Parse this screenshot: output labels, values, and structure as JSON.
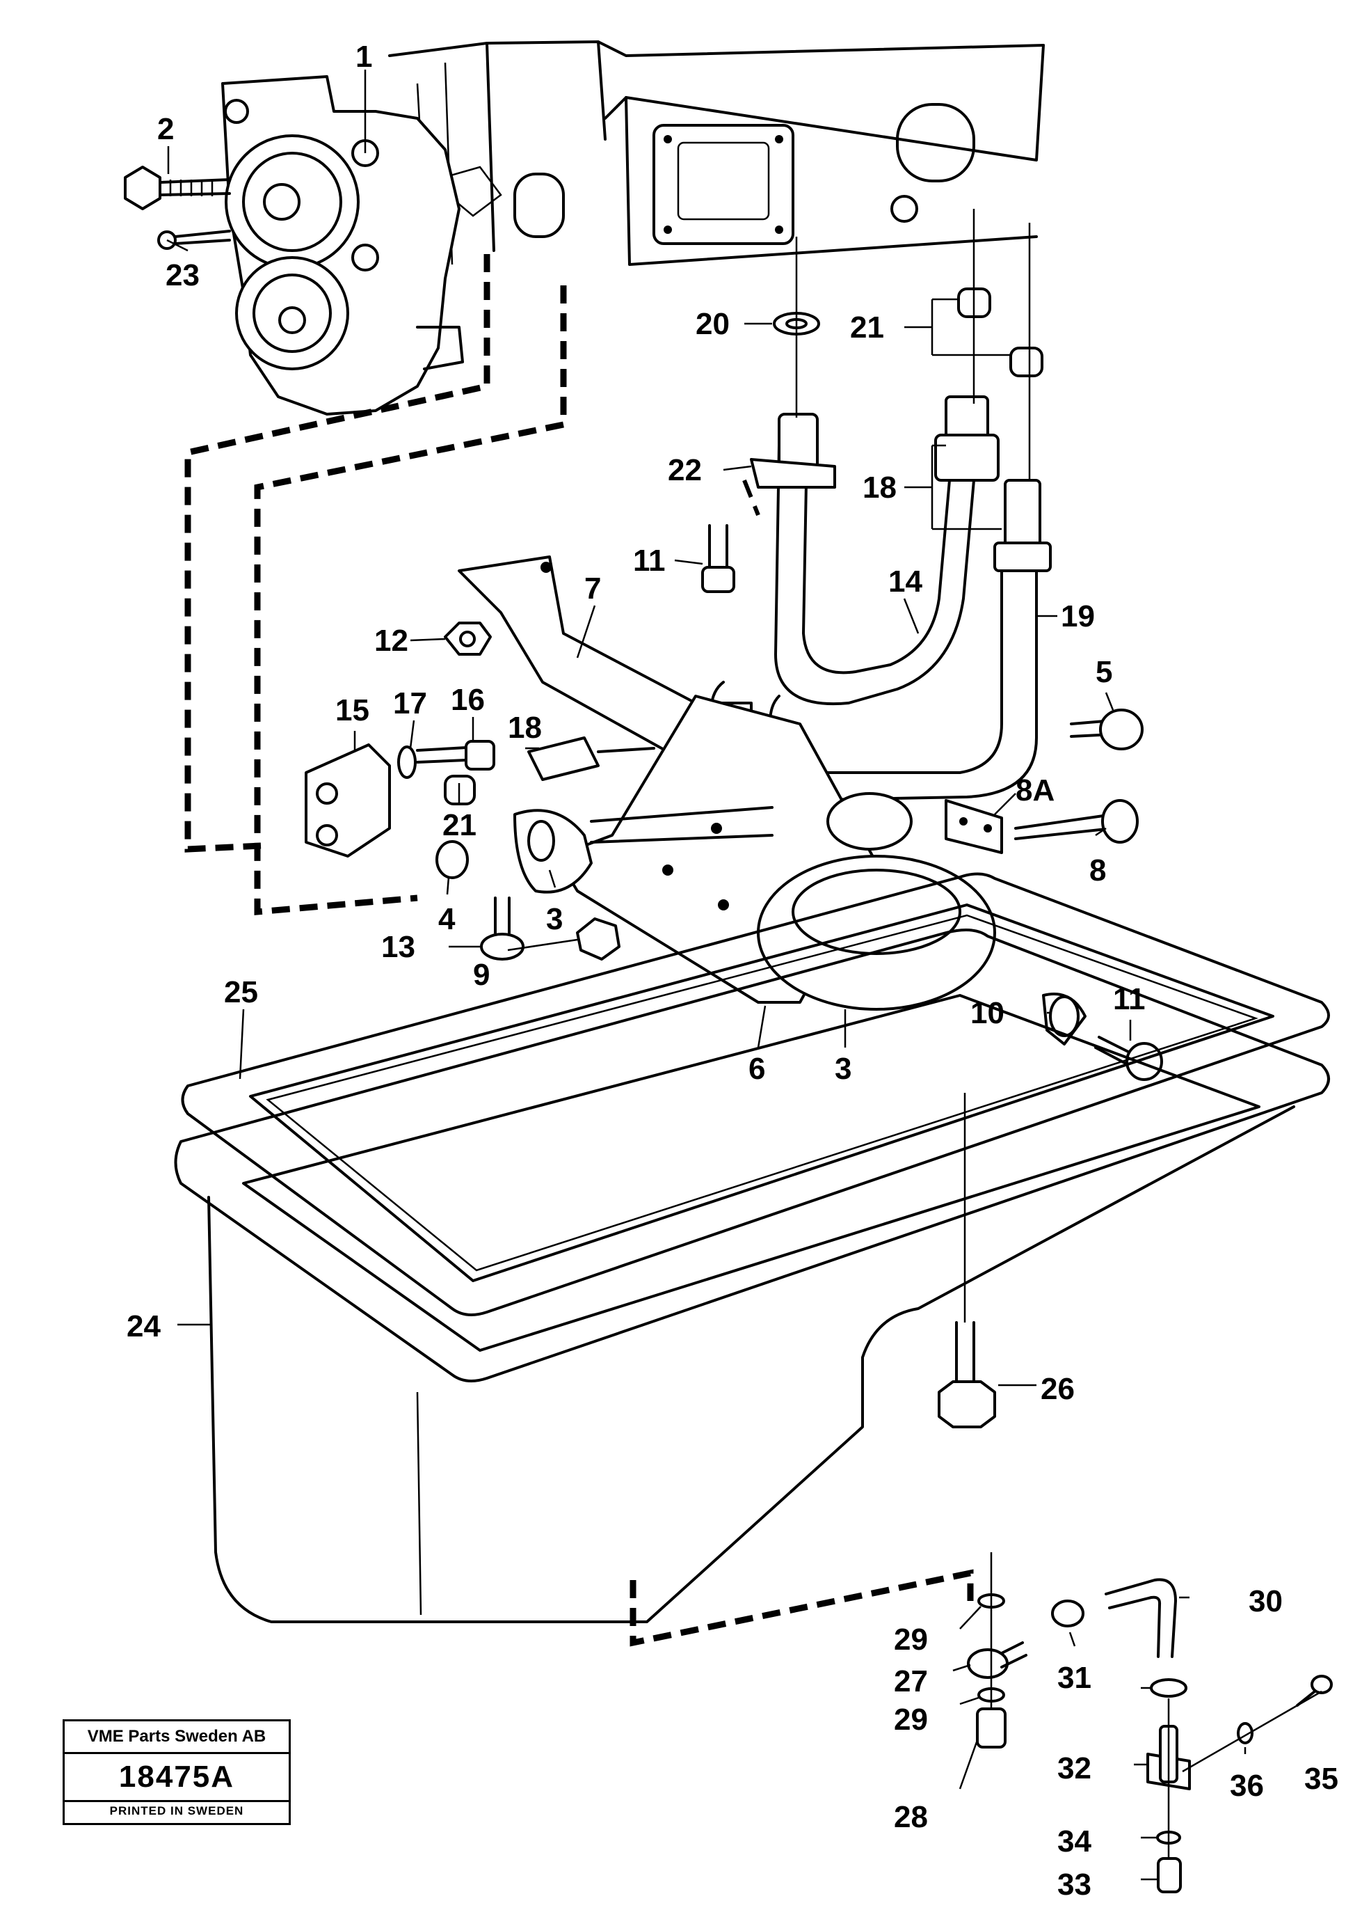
{
  "stamp": {
    "company": "VME Parts Sweden AB",
    "number": "18475A",
    "printed": "PRINTED IN SWEDEN"
  },
  "callouts": {
    "c1": "1",
    "c2": "2",
    "c23": "23",
    "c20": "20",
    "c21a": "21",
    "c22": "22",
    "c18a": "18",
    "c11a": "11",
    "c14": "14",
    "c19": "19",
    "c7": "7",
    "c12": "12",
    "c17": "17",
    "c16": "16",
    "c15": "15",
    "c18b": "18",
    "c21b": "21",
    "c5": "5",
    "c8A": "8A",
    "c8": "8",
    "c4": "4",
    "c3a": "3",
    "c13": "13",
    "c9": "9",
    "c25": "25",
    "c6": "6",
    "c3b": "3",
    "c10": "10",
    "c11b": "11",
    "c24": "24",
    "c26": "26",
    "c29a": "29",
    "c30": "30",
    "c27": "27",
    "c31": "31",
    "c29b": "29",
    "c32": "32",
    "c35": "35",
    "c28": "28",
    "c36": "36",
    "c34": "34",
    "c33": "33"
  }
}
